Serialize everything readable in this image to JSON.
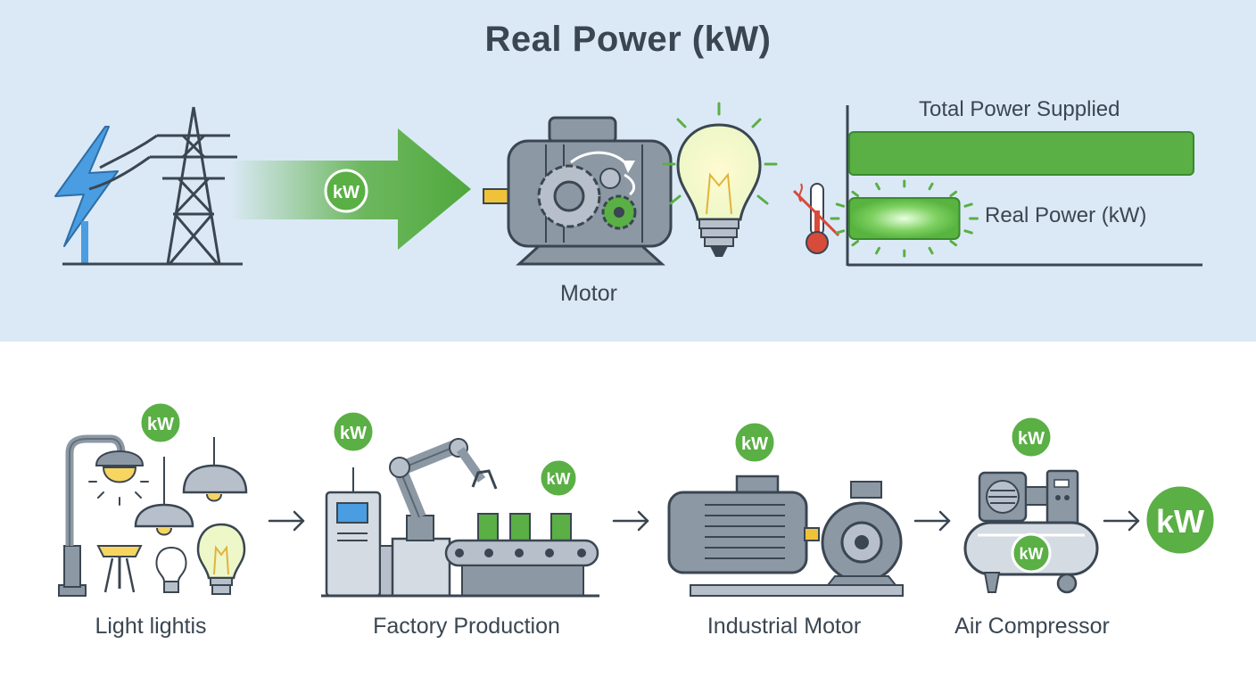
{
  "title": "Real Power (kW)",
  "top": {
    "arrow_badge": "kW",
    "motor_label": "Motor",
    "bar_total_label": "Total Power Supplied",
    "bar_real_label": "Real Power (kW)"
  },
  "bottom": {
    "steps": [
      {
        "caption": "Light lightis",
        "badges": [
          "kW"
        ]
      },
      {
        "caption": "Factory Production",
        "badges": [
          "kW",
          "kW"
        ]
      },
      {
        "caption": "Industrial Motor",
        "badges": [
          "kW"
        ]
      },
      {
        "caption": "Air Compressor",
        "badges": [
          "kW",
          "kW"
        ]
      }
    ],
    "result_badge": "kW"
  },
  "colors": {
    "green": "#5aaf45",
    "dark": "#3a4651",
    "sky": "#dbe9f6",
    "bolt": "#4a9de0"
  },
  "chart_data": {
    "type": "bar",
    "categories": [
      "Total Power Supplied",
      "Real Power (kW)"
    ],
    "values": [
      100,
      32
    ]
  }
}
